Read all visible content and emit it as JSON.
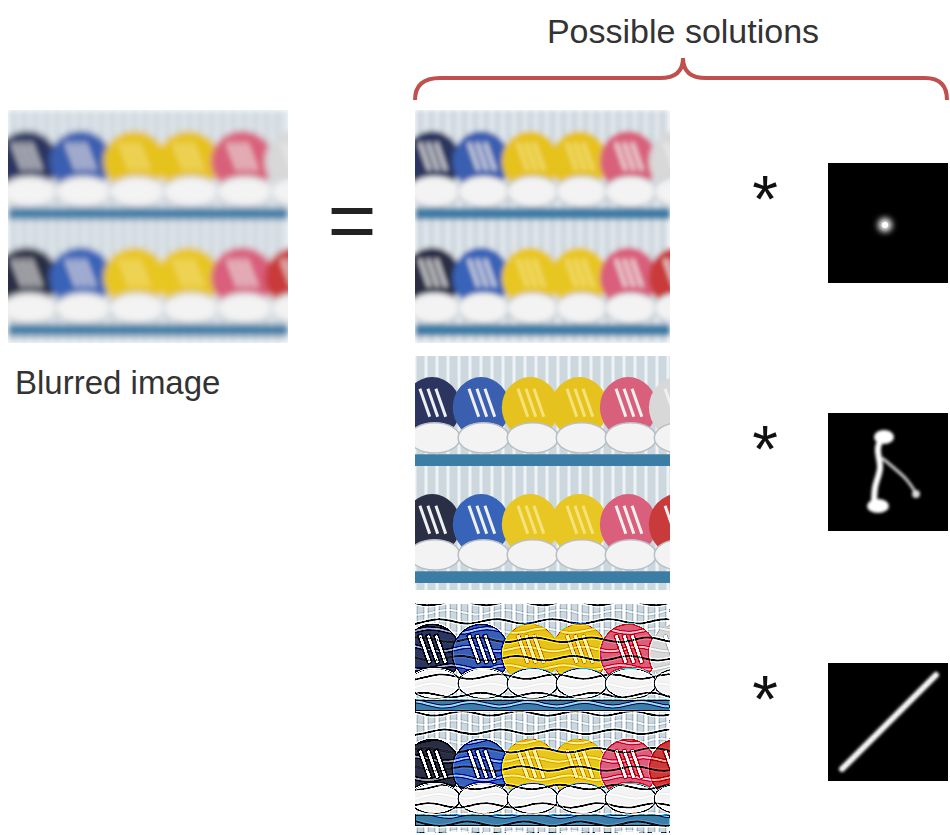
{
  "diagram": {
    "labels": [
      "Possible solutions",
      "Blurred image",
      "=",
      "*",
      "*",
      "*"
    ]
  }
}
